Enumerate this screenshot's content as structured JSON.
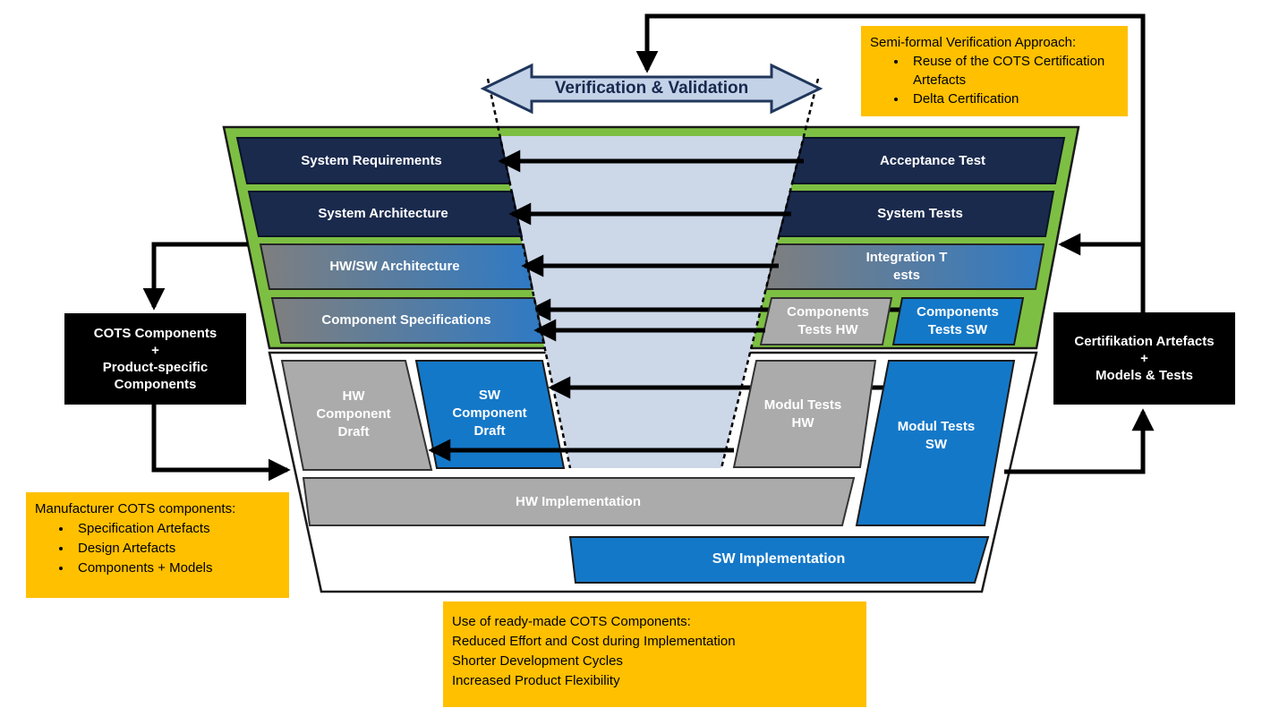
{
  "vv_arrow": {
    "label": "Verification & Validation"
  },
  "v_left": {
    "system_requirements": "System Requirements",
    "system_architecture": "System Architecture",
    "hwsw_architecture": "HW/SW Architecture",
    "component_specifications": "Component Specifications"
  },
  "v_right": {
    "acceptance_test": "Acceptance Test",
    "system_tests": "System Tests",
    "integration_tests_lines": [
      "Integration T",
      "ests"
    ],
    "components_tests_hw_lines": [
      "Components",
      "Tests HW"
    ],
    "components_tests_sw_lines": [
      "Components",
      "Tests SW"
    ]
  },
  "development": {
    "hw_component_draft_lines": [
      "HW",
      "Component",
      "Draft"
    ],
    "sw_component_draft_lines": [
      "SW",
      "Component",
      "Draft"
    ],
    "modul_tests_hw_lines": [
      "Modul Tests",
      "HW"
    ],
    "modul_tests_sw_lines": [
      "Modul Tests",
      "SW"
    ],
    "hw_implementation": "HW Implementation",
    "sw_implementation": "SW Implementation"
  },
  "side_boxes": {
    "cots_components_lines": [
      "COTS Components",
      "+",
      "Product-specific",
      "Components"
    ],
    "certification_lines": [
      "Certifikation Artefacts",
      "+",
      "Models & Tests"
    ]
  },
  "callouts": {
    "semi_formal": {
      "title": "Semi-formal Verification Approach:",
      "bullets": [
        "Reuse of the COTS Certification Artefacts",
        "Delta Certification"
      ]
    },
    "manufacturer": {
      "title": "Manufacturer COTS components:",
      "bullets": [
        "Specification Artefacts",
        "Design Artefacts",
        "Components + Models"
      ]
    },
    "ready_made": {
      "lines": [
        "Use of ready-made COTS Components:",
        "Reduced Effort and Cost during Implementation",
        "Shorter Development Cycles",
        "Increased Product Flexibility"
      ]
    }
  },
  "colors": {
    "green": "#7DBF43",
    "navy": "#1A2A4D",
    "blue": "#1478C8",
    "gray": "#ABABAB",
    "gradient_left": "#7F7F7F",
    "gradient_right": "#2F7AC4",
    "funnel": "#CCD7E8",
    "vv_fill": "#C4D2E8",
    "orange": "#FFC000",
    "black": "#000000"
  }
}
